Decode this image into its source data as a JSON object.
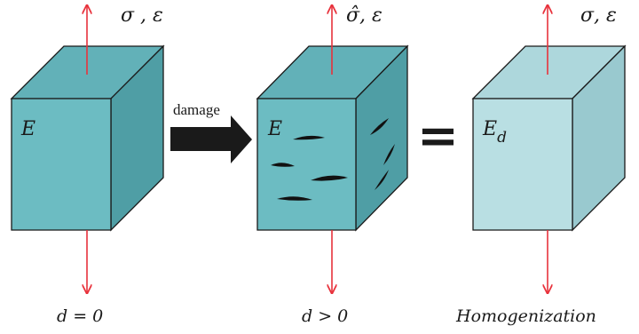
{
  "colors": {
    "block_damaged": "#6cbcc2",
    "block_damaged_top": "#62b1b8",
    "block_damaged_side": "#4f9ea5",
    "block_homogenized": "#b9dfe3",
    "block_homogenized_top": "#add7dc",
    "block_homogenized_side": "#99c9cf",
    "force_arrow": "#e8323c",
    "outline": "#1a1a1a"
  },
  "left_block": {
    "modulus_label": "E",
    "stress_strain_label": "σ , ε",
    "damage_label": "d = 0"
  },
  "process_arrow": {
    "label": "damage"
  },
  "middle_block": {
    "modulus_label": "E",
    "stress_strain_label": "σ̂, ε",
    "damage_label": "d > 0"
  },
  "equals_sign": "=",
  "right_block": {
    "modulus_label": "E",
    "modulus_subscript": "d",
    "stress_strain_label": "σ, ε",
    "caption": "Homogenization"
  }
}
